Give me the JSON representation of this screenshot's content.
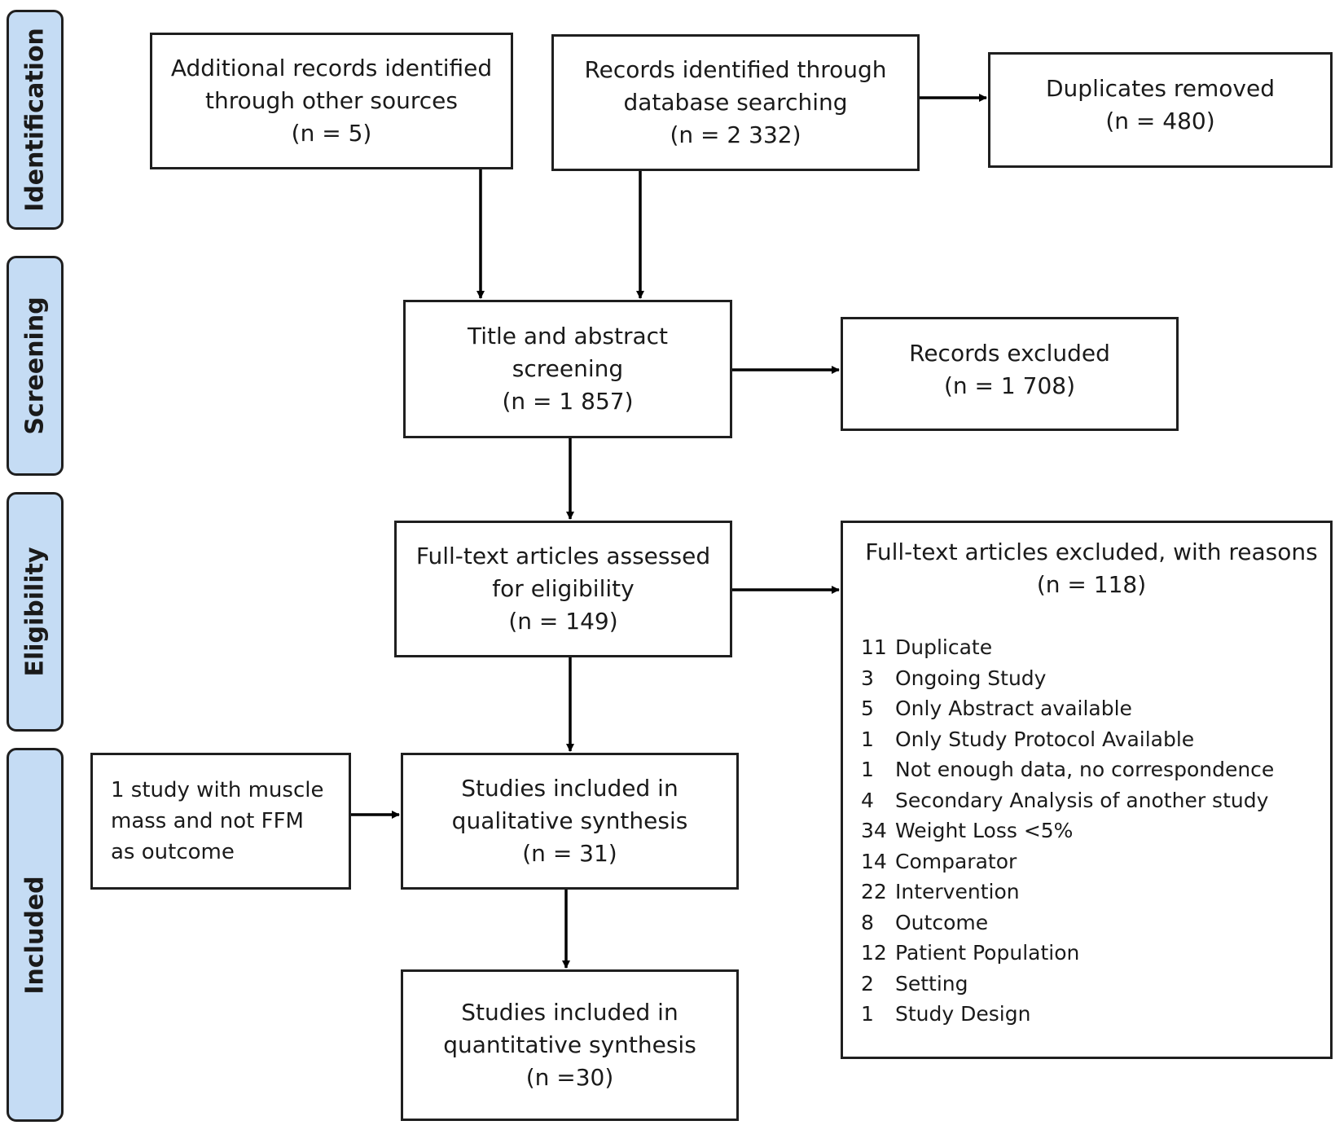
{
  "phases": {
    "identification": "Identification",
    "screening": "Screening",
    "eligibility": "Eligibility",
    "included": "Included"
  },
  "identification": {
    "other_sources": {
      "line1": "Additional records identified",
      "line2": "through other sources",
      "n": "(n = 5)"
    },
    "database": {
      "line1": "Records identified through",
      "line2": "database searching",
      "n": "(n = 2 332)"
    },
    "duplicates": {
      "line1": "Duplicates removed",
      "n": "(n = 480)"
    }
  },
  "screening": {
    "title_abstract": {
      "line1": "Title and abstract",
      "line2": "screening",
      "n": "(n = 1 857)"
    },
    "records_excluded": {
      "line1": "Records excluded",
      "n": "(n = 1 708)"
    }
  },
  "eligibility": {
    "full_text": {
      "line1": "Full-text articles assessed",
      "line2": "for eligibility",
      "n": "(n = 149)"
    },
    "excluded": {
      "heading": "Full-text articles excluded, with reasons",
      "n": "(n = 118)",
      "reasons": [
        {
          "count": "11",
          "label": "Duplicate"
        },
        {
          "count": "3",
          "label": "Ongoing Study"
        },
        {
          "count": "5",
          "label": "Only Abstract available"
        },
        {
          "count": "1",
          "label": "Only Study Protocol Available"
        },
        {
          "count": "1",
          "label": "Not enough data, no correspondence"
        },
        {
          "count": "4",
          "label": "Secondary Analysis of another study"
        },
        {
          "count": "34",
          "label": "Weight Loss <5%"
        },
        {
          "count": "14",
          "label": "Comparator"
        },
        {
          "count": "22",
          "label": "Intervention"
        },
        {
          "count": "8",
          "label": "Outcome"
        },
        {
          "count": "12",
          "label": "Patient Population"
        },
        {
          "count": "2",
          "label": "Setting"
        },
        {
          "count": "1",
          "label": "Study Design"
        }
      ]
    }
  },
  "included": {
    "muscle_mass": {
      "line1": "1 study with muscle",
      "line2": "mass and not FFM",
      "line3": "as outcome"
    },
    "qualitative": {
      "line1": "Studies included in",
      "line2": "qualitative synthesis",
      "n": "(n = 31)"
    },
    "quantitative": {
      "line1": "Studies included in",
      "line2": "quantitative synthesis",
      "n": "(n =30)"
    }
  }
}
